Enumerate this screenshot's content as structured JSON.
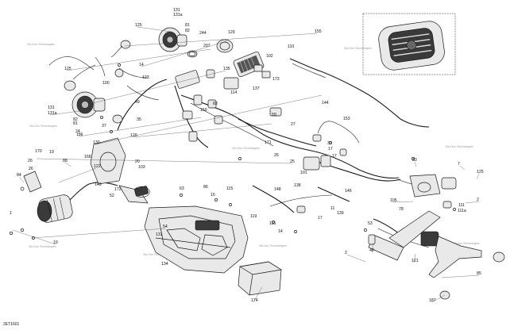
{
  "diagram_code": "2ET1601",
  "watermark_text": "Ski-Doo Technologies",
  "callouts": [
    "131",
    "131a",
    "125",
    "81",
    "82",
    "244",
    "129",
    "207",
    "155",
    "102",
    "110",
    "14",
    "125",
    "100",
    "123",
    "173",
    "135",
    "137",
    "114",
    "83",
    "49",
    "131",
    "131a",
    "82",
    "81",
    "24",
    "37",
    "35",
    "159",
    "144",
    "59",
    "27",
    "116",
    "130",
    "120",
    "153",
    "171",
    "26",
    "37",
    "17",
    "17",
    "84",
    "26",
    "88",
    "168",
    "19",
    "122",
    "20",
    "103",
    "149",
    "52",
    "172",
    "170",
    "26",
    "25",
    "101",
    "138",
    "33",
    "7",
    "125",
    "105",
    "2",
    "63",
    "86",
    "115",
    "16",
    "119",
    "148",
    "11",
    "146",
    "78",
    "111",
    "111a",
    "53",
    "131",
    "1",
    "19",
    "54",
    "115",
    "14",
    "17",
    "139",
    "121",
    "48",
    "2",
    "134",
    "174",
    "85",
    "187"
  ]
}
